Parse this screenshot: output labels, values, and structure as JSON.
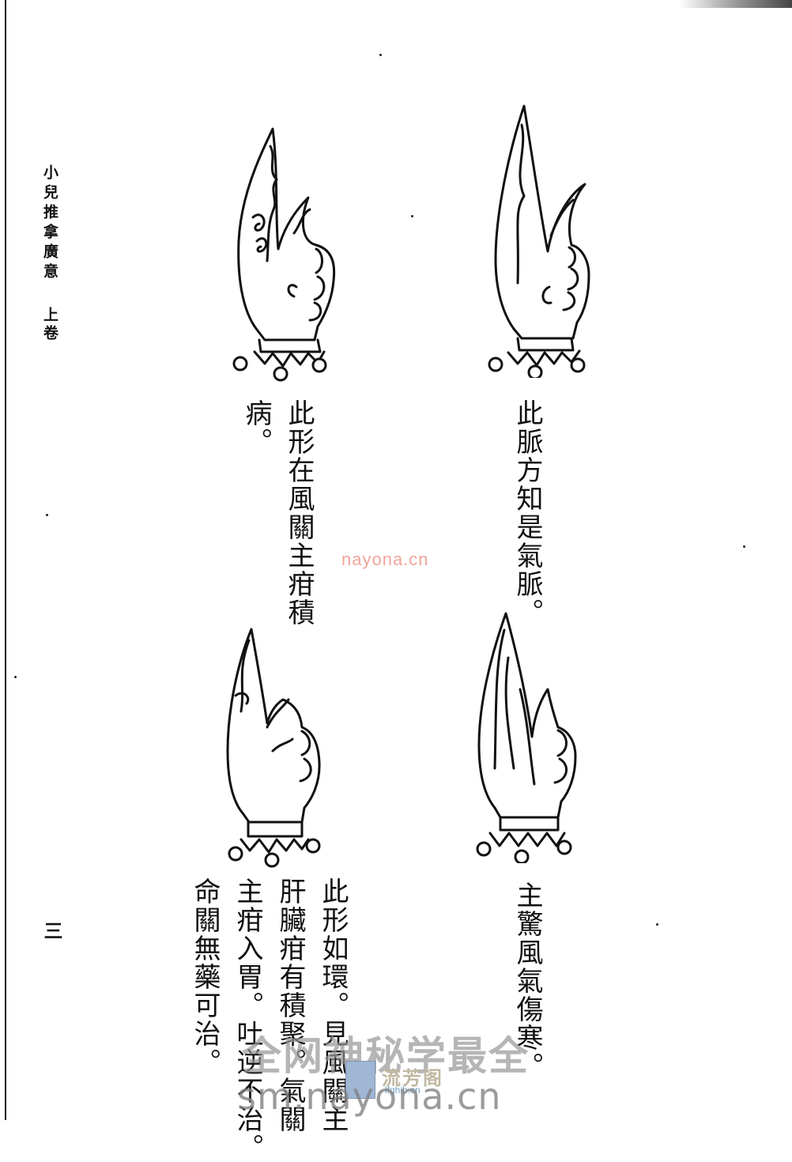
{
  "margin": {
    "title": "小兒推拿廣意",
    "volume": "上卷",
    "page_number": "三"
  },
  "figures": [
    {
      "caption_lines": [
        "此形在風關主疳積",
        "病。"
      ]
    },
    {
      "caption_lines": [
        "此脈方知是氣脈。"
      ]
    },
    {
      "caption_lines": [
        "此形如環。見風關主",
        "肝臟疳有積聚。氣關",
        "主疳入胃。吐逆不治。",
        "命關無藥可治。"
      ]
    },
    {
      "caption_lines": [
        "主驚風氣傷寒。"
      ]
    }
  ],
  "watermarks": {
    "small_url": "nayona.cn",
    "banner": "全网神秘学最全",
    "badge_name": "流芳阁",
    "badge_url": "lfghib.cn",
    "url": "sm.nayona.cn"
  }
}
